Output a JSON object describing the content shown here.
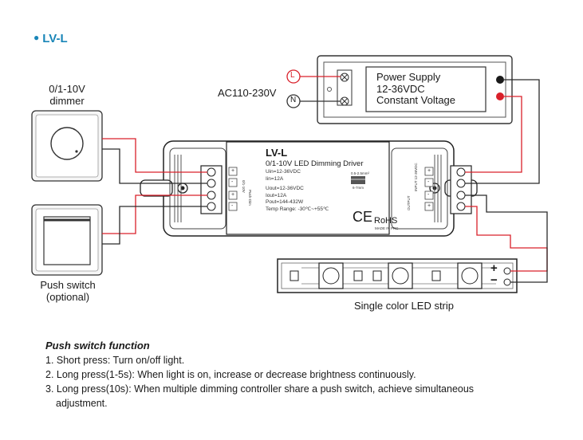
{
  "header": {
    "bullet": "●",
    "title": "LV-L"
  },
  "power_supply": {
    "lines": [
      "Power Supply",
      "12-36VDC",
      "Constant Voltage"
    ],
    "input_label": "AC110-230V",
    "L": "L",
    "N": "N"
  },
  "dimmer": {
    "label_line1": "0/1-10V",
    "label_line2": "dimmer"
  },
  "push_switch": {
    "label_line1": "Push switch",
    "label_line2": "(optional)"
  },
  "driver": {
    "name": "LV-L",
    "subtitle": "0/1-10V LED Dimming Driver",
    "spec_in": [
      "Uin=12-36VDC",
      "Iin=12A"
    ],
    "spec_out": [
      "Uout=12-36VDC",
      "Iout=12A",
      "Pout=144-432W",
      "Temp Range: -30℃~+55℃"
    ],
    "wire_gauge": "0.5-2.5mm²",
    "strip_length": "6-7mm",
    "ce": "CE",
    "rohs": "RoHS",
    "made_in": "MADE IN PRC",
    "left_labels": [
      "0/1-10V",
      "Push-Dim"
    ],
    "right_labels": [
      "INPUT 12-36VDC",
      "OUTPUT"
    ],
    "term_signs_left": [
      "+",
      "-",
      "+",
      "-"
    ],
    "term_signs_right": [
      "+",
      "-",
      "-",
      "+"
    ]
  },
  "led_strip": {
    "label": "Single color LED strip",
    "plus": "+",
    "minus": "−"
  },
  "notes": {
    "heading": "Push switch function",
    "items": [
      "1. Short press: Turn on/off light.",
      "2. Long press(1-5s): When light is on, increase or decrease brightness continuously.",
      "3. Long press(10s): When multiple dimming controller share a push switch, achieve simultaneous",
      "adjustment."
    ]
  },
  "colors": {
    "accent": "#1a86b8",
    "wire_red": "#d9202a",
    "wire_dark": "#2a2a2a",
    "body": "#1a1a1a"
  }
}
